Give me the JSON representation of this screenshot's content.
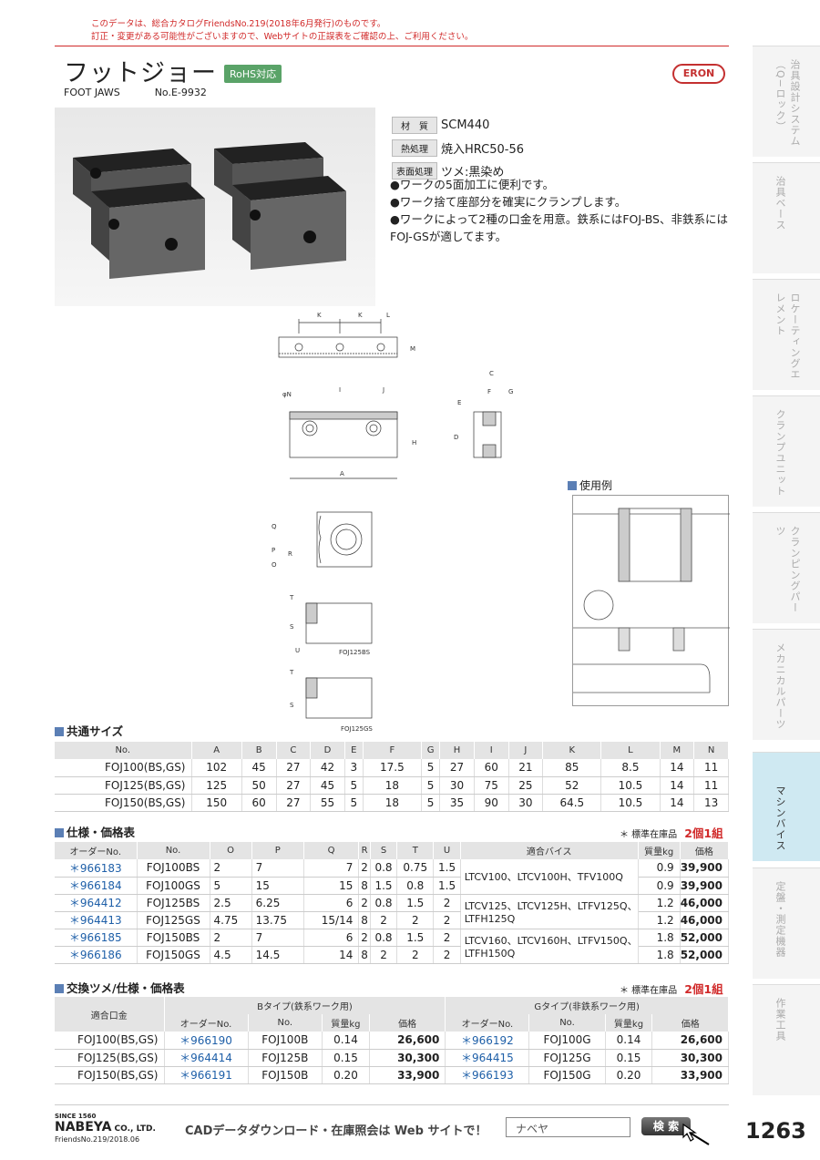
{
  "notice": {
    "line1": "このデータは、総合カタログFriendsNo.219(2018年6月発行)のものです。",
    "line2": "訂正・変更がある可能性がございますので、Webサイトの正誤表をご確認の上、ご利用ください。"
  },
  "header": {
    "title": "フットジョー",
    "rohs": "RoHS対応",
    "subtitle": "FOOT JAWS",
    "code": "No.E-9932",
    "brand": "ERON"
  },
  "sidebar": [
    "治具設計システム（Q−ロック）",
    "治具ベース",
    "ロケーティングエレメント",
    "クランプユニット",
    "クランピングパーツ",
    "メカニカルパーツ",
    "マシンバイス",
    "定盤・測定機器",
    "作業工具"
  ],
  "specs": [
    {
      "label": "材　質",
      "value": "SCM440"
    },
    {
      "label": "熱処理",
      "value": "焼入HRC50-56"
    },
    {
      "label": "表面処理",
      "value": "ツメ:黒染め"
    }
  ],
  "bullets": [
    "●ワークの5面加工に便利です。",
    "●ワーク捨て座部分を確実にクランプします。",
    "●ワークによって2種の口金を用意。鉄系にはFOJ-BS、非鉄系にはFOJ-GSが適してます。"
  ],
  "diagram_labels": {
    "k": "K",
    "l": "L",
    "m": "M",
    "phin": "φN",
    "i": "I",
    "j": "J",
    "a": "A",
    "h": "H",
    "c": "C",
    "f": "F",
    "g": "G",
    "e": "E",
    "d": "D",
    "q": "Q",
    "p": "P",
    "r": "R",
    "o": "O",
    "t": "T",
    "s": "S",
    "u": "U",
    "bs": "FOJ125BS",
    "gs": "FOJ125GS"
  },
  "use_example": "使用例",
  "common": {
    "title": "共通サイズ",
    "headers": [
      "No.",
      "A",
      "B",
      "C",
      "D",
      "E",
      "F",
      "G",
      "H",
      "I",
      "J",
      "K",
      "L",
      "M",
      "N"
    ],
    "rows": [
      [
        "FOJ100(BS,GS)",
        "102",
        "45",
        "27",
        "42",
        "3",
        "17.5",
        "5",
        "27",
        "60",
        "21",
        "85",
        "8.5",
        "14",
        "11"
      ],
      [
        "FOJ125(BS,GS)",
        "125",
        "50",
        "27",
        "45",
        "5",
        "18",
        "5",
        "30",
        "75",
        "25",
        "52",
        "10.5",
        "14",
        "11"
      ],
      [
        "FOJ150(BS,GS)",
        "150",
        "60",
        "27",
        "55",
        "5",
        "18",
        "5",
        "35",
        "90",
        "30",
        "64.5",
        "10.5",
        "14",
        "13"
      ]
    ]
  },
  "spec_price": {
    "title": "仕様・価格表",
    "stock": "＊ 標準在庫品",
    "pair": "2個1組",
    "headers": [
      "オーダーNo.",
      "No.",
      "O",
      "P",
      "Q",
      "R",
      "S",
      "T",
      "U",
      "適合バイス",
      "質量kg",
      "価格"
    ],
    "rows": [
      [
        "＊966183",
        "FOJ100BS",
        "2",
        "7",
        "7",
        "2",
        "0.8",
        "0.75",
        "1.5",
        "0.9",
        "39,900"
      ],
      [
        "＊966184",
        "FOJ100GS",
        "5",
        "15",
        "15",
        "8",
        "1.5",
        "0.8",
        "1.5",
        "0.9",
        "39,900"
      ],
      [
        "＊964412",
        "FOJ125BS",
        "2.5",
        "6.25",
        "6",
        "2",
        "0.8",
        "1.5",
        "2",
        "1.2",
        "46,000"
      ],
      [
        "＊964413",
        "FOJ125GS",
        "4.75",
        "13.75",
        "15/14",
        "8",
        "2",
        "2",
        "2",
        "1.2",
        "46,000"
      ],
      [
        "＊966185",
        "FOJ150BS",
        "2",
        "7",
        "6",
        "2",
        "0.8",
        "1.5",
        "2",
        "1.8",
        "52,000"
      ],
      [
        "＊966186",
        "FOJ150GS",
        "4.5",
        "14.5",
        "14",
        "8",
        "2",
        "2",
        "2",
        "1.8",
        "52,000"
      ]
    ],
    "vises": [
      "LTCV100、LTCV100H、TFV100Q",
      "LTCV125、LTCV125H、LTFV125Q、LTFH125Q",
      "LTCV160、LTCV160H、LTFV150Q、LTFH150Q"
    ]
  },
  "replace": {
    "title": "交換ツメ/仕様・価格表",
    "stock": "＊ 標準在庫品",
    "pair": "2個1組",
    "fit": "適合口金",
    "btype": "Bタイプ(鉄系ワーク用)",
    "gtype": "Gタイプ(非鉄系ワーク用)",
    "sub": [
      "オーダーNo.",
      "No.",
      "質量kg",
      "価格",
      "オーダーNo.",
      "No.",
      "質量kg",
      "価格"
    ],
    "rows": [
      [
        "FOJ100(BS,GS)",
        "＊966190",
        "FOJ100B",
        "0.14",
        "26,600",
        "＊966192",
        "FOJ100G",
        "0.14",
        "26,600"
      ],
      [
        "FOJ125(BS,GS)",
        "＊964414",
        "FOJ125B",
        "0.15",
        "30,300",
        "＊964415",
        "FOJ125G",
        "0.15",
        "30,300"
      ],
      [
        "FOJ150(BS,GS)",
        "＊966191",
        "FOJ150B",
        "0.20",
        "33,900",
        "＊966193",
        "FOJ150G",
        "0.20",
        "33,900"
      ]
    ]
  },
  "footer": {
    "since": "SINCE 1560",
    "company": "NABEYA",
    "co": " CO., LTD.",
    "friends": "FriendsNo.219/2018.06",
    "cad": "CADデータダウンロード・在庫照会は Web サイトで！",
    "search": "ナベヤ",
    "btn": "検 索",
    "page": "1263"
  }
}
